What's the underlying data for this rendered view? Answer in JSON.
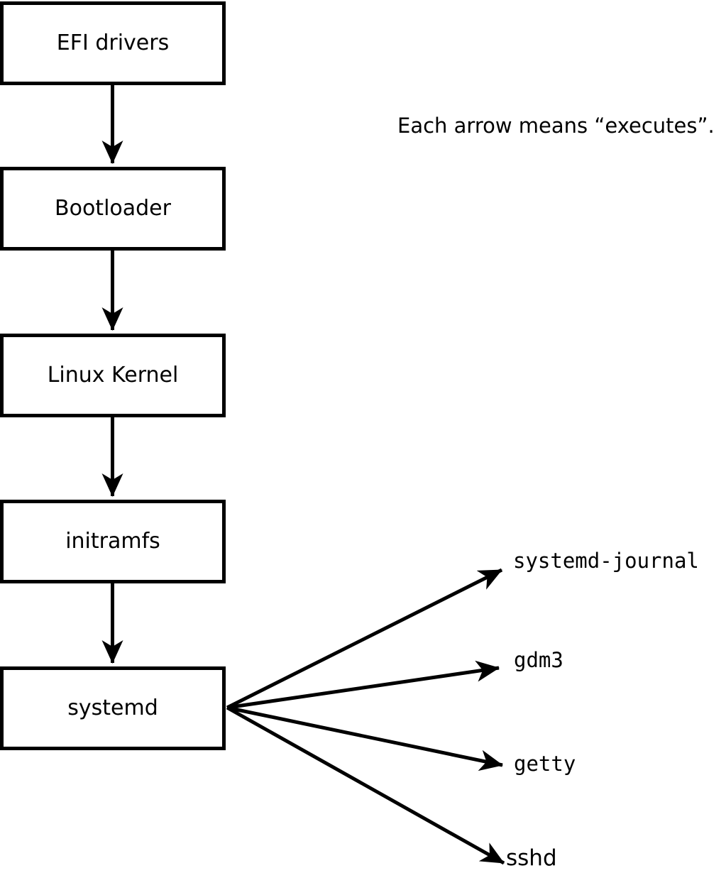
{
  "diagram": {
    "note": "Each arrow means “executes”.",
    "arrow_meaning": "executes",
    "chain": [
      {
        "id": "efi-drivers",
        "label": "EFI drivers"
      },
      {
        "id": "bootloader",
        "label": "Bootloader"
      },
      {
        "id": "linux-kernel",
        "label": "Linux Kernel"
      },
      {
        "id": "initramfs",
        "label": "initramfs"
      },
      {
        "id": "systemd",
        "label": "systemd"
      }
    ],
    "spawned_processes": [
      {
        "id": "systemd-journal",
        "label": "systemd-journal"
      },
      {
        "id": "gdm3",
        "label": "gdm3"
      },
      {
        "id": "getty",
        "label": "getty"
      },
      {
        "id": "sshd",
        "label": "sshd"
      }
    ],
    "colors": {
      "foreground": "#000000",
      "background": "#ffffff"
    }
  }
}
